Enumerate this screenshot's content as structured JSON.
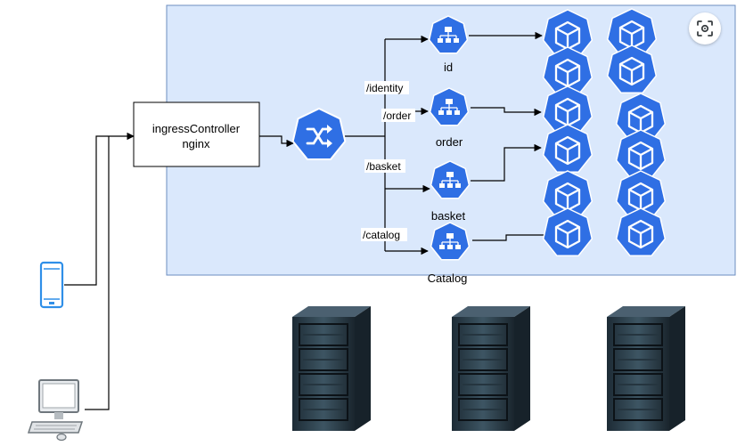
{
  "ingress": {
    "line1": "ingressController",
    "line2": "nginx"
  },
  "routes": [
    {
      "path": "/identity",
      "service": "id"
    },
    {
      "path": "/order",
      "service": "order"
    },
    {
      "path": "/basket",
      "service": "basket"
    },
    {
      "path": "/catalog",
      "service": "Catalog"
    }
  ],
  "icons": {
    "lens": "lens-search-icon",
    "router": "router-shuffle-icon",
    "service": "kubernetes-service-icon",
    "pod": "kubernetes-pod-icon",
    "mobile": "mobile-phone-icon",
    "desktop": "desktop-computer-icon",
    "server": "server-rack-icon"
  },
  "colors": {
    "k8s": "#2f6fe4",
    "cluster_bg": "#dae8fc",
    "cluster_border": "#6c8ebf",
    "line": "#000000"
  }
}
